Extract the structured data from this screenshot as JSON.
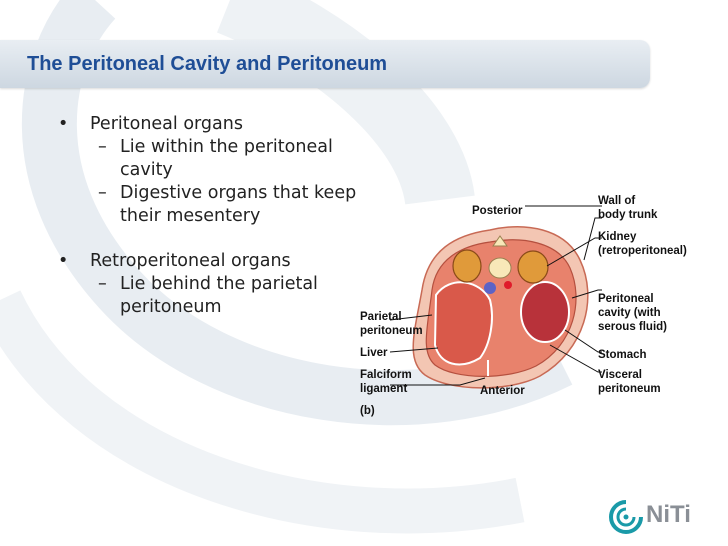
{
  "slide": {
    "title": "The Peritoneal Cavity and Peritoneum",
    "bullets": [
      {
        "bullet": "•",
        "text": "Peritoneal organs",
        "subs": [
          {
            "dash": "–",
            "lines": [
              "Lie within the peritoneal",
              "cavity"
            ]
          },
          {
            "dash": "–",
            "lines": [
              "Digestive organs that keep",
              "their mesentery"
            ]
          }
        ]
      },
      {
        "bullet": "•",
        "text": "Retroperitoneal organs",
        "subs": [
          {
            "dash": "–",
            "lines": [
              "Lie behind the parietal",
              "peritoneum"
            ]
          }
        ]
      }
    ]
  },
  "figure": {
    "label_posterior": "Posterior",
    "label_anterior": "Anterior",
    "label_panel": "(b)",
    "left": [
      {
        "lines": [
          "Parietal",
          "peritoneum"
        ]
      },
      {
        "lines": [
          "Liver"
        ]
      },
      {
        "lines": [
          "Falciform",
          "ligament"
        ]
      }
    ],
    "right": [
      {
        "lines": [
          "Wall of",
          "body trunk"
        ]
      },
      {
        "lines": [
          "Kidney",
          "(retroperitoneal)"
        ]
      },
      {
        "lines": [
          "Peritoneal",
          "cavity (with",
          "serous fluid)"
        ]
      },
      {
        "lines": [
          "Stomach"
        ]
      },
      {
        "lines": [
          "Visceral",
          "peritoneum"
        ]
      }
    ]
  },
  "logo": {
    "text": "NiTi",
    "icon": "swirl-logo-icon"
  },
  "colors": {
    "title": "#1f4e96",
    "tissue": "#e8826c",
    "body_wall": "#f3c6b3",
    "logo_teal": "#1a9aa8"
  }
}
